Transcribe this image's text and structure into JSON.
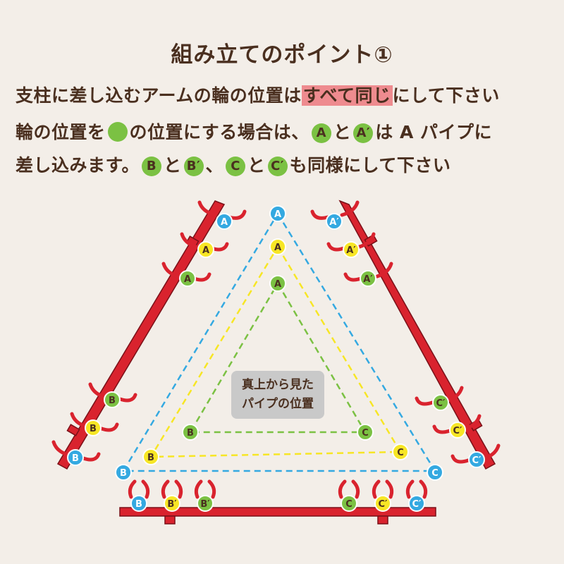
{
  "title": "組み立てのポイント①",
  "instructions": {
    "line1_a": "支柱に差し込むアームの輪の位置は",
    "line1_hl": "すべて同じ",
    "line1_b": "にして下さい",
    "line2_a": "輪の位置を",
    "line2_b": "の位置にする場合は、",
    "line2_c": "と",
    "line2_d": "は A パイプに",
    "line3_a": "差し込みます。",
    "line3_b": "と",
    "line3_c": "、",
    "line3_d": "と",
    "line3_e": "も同様にして下さい"
  },
  "badges": {
    "A": "A",
    "A2": "A",
    "B": "B",
    "B2": "B",
    "C": "C",
    "C2": "C"
  },
  "note": {
    "line1": "真上から見た",
    "line2": "パイプの位置"
  },
  "colors": {
    "background": "#f3eee8",
    "text": "#4a2f1f",
    "highlight": "#ee8b8f",
    "frame": "#d9232e",
    "blue": "#34a9e1",
    "yellow": "#f7e625",
    "green": "#7bc143",
    "note_bg": "#c9c9c9"
  }
}
